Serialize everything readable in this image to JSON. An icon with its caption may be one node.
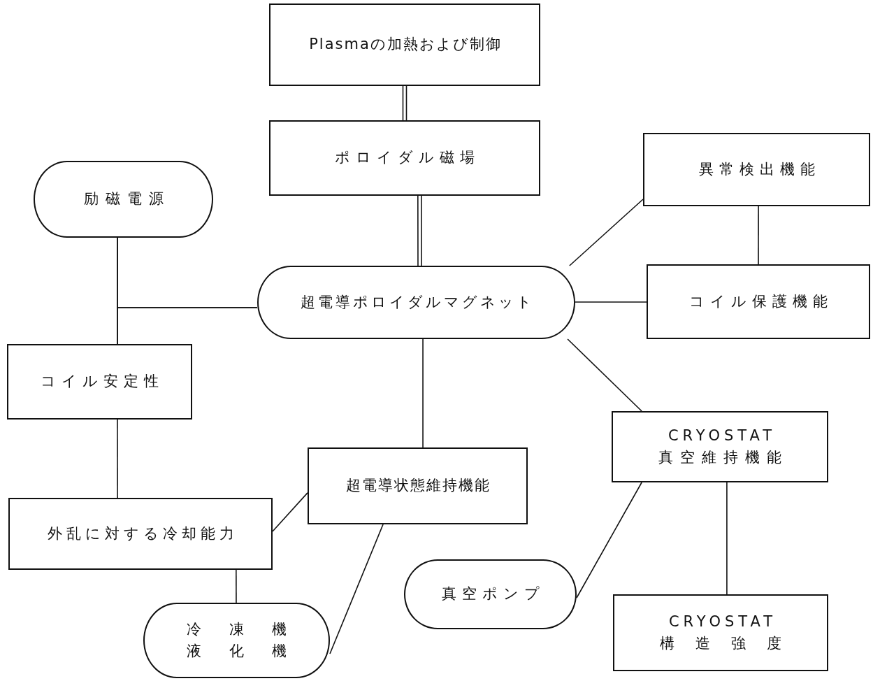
{
  "diagram": {
    "nodes": [
      {
        "text": [
          "Plasmaの加熱および制御"
        ]
      },
      {
        "text": [
          "ポロイダル磁場"
        ]
      },
      {
        "text": [
          "励磁電源"
        ]
      },
      {
        "text": [
          "異常検出機能"
        ]
      },
      {
        "text": [
          "超電導ポロイダルマグネット"
        ]
      },
      {
        "text": [
          "コイル保護機能"
        ]
      },
      {
        "text": [
          "コイル安定性"
        ]
      },
      {
        "text": [
          "CRYOSTAT",
          "真空維持機能"
        ]
      },
      {
        "text": [
          "超電導状態維持機能"
        ]
      },
      {
        "text": [
          "外乱に対する冷却能力"
        ]
      },
      {
        "text": [
          "真空ポンプ"
        ]
      },
      {
        "text": [
          "CRYOSTAT",
          "構造強度"
        ]
      },
      {
        "text": [
          "冷凍機",
          "液化機"
        ]
      }
    ],
    "edges": [
      {
        "from": 0,
        "to": 1,
        "arrow": "none"
      },
      {
        "from": 1,
        "to": 4,
        "arrow": "none"
      },
      {
        "from": 2,
        "to": 6,
        "arrow": "none"
      },
      {
        "from": 4,
        "to": 2,
        "arrow": "none"
      },
      {
        "from": 4,
        "to": 6,
        "arrow": "none"
      },
      {
        "from": 4,
        "to": 3,
        "arrow": "none"
      },
      {
        "from": 3,
        "to": 5,
        "arrow": "none"
      },
      {
        "from": 4,
        "to": 5,
        "arrow": "none"
      },
      {
        "from": 4,
        "to": 8,
        "arrow": "none"
      },
      {
        "from": 4,
        "to": 7,
        "arrow": "none"
      },
      {
        "from": 6,
        "to": 9,
        "arrow": "none"
      },
      {
        "from": 9,
        "to": 8,
        "arrow": "none"
      },
      {
        "from": 9,
        "to": 12,
        "arrow": "none"
      },
      {
        "from": 8,
        "to": 12,
        "arrow": "none"
      },
      {
        "from": 7,
        "to": 10,
        "arrow": "none"
      },
      {
        "from": 7,
        "to": 11,
        "arrow": "none"
      }
    ]
  }
}
